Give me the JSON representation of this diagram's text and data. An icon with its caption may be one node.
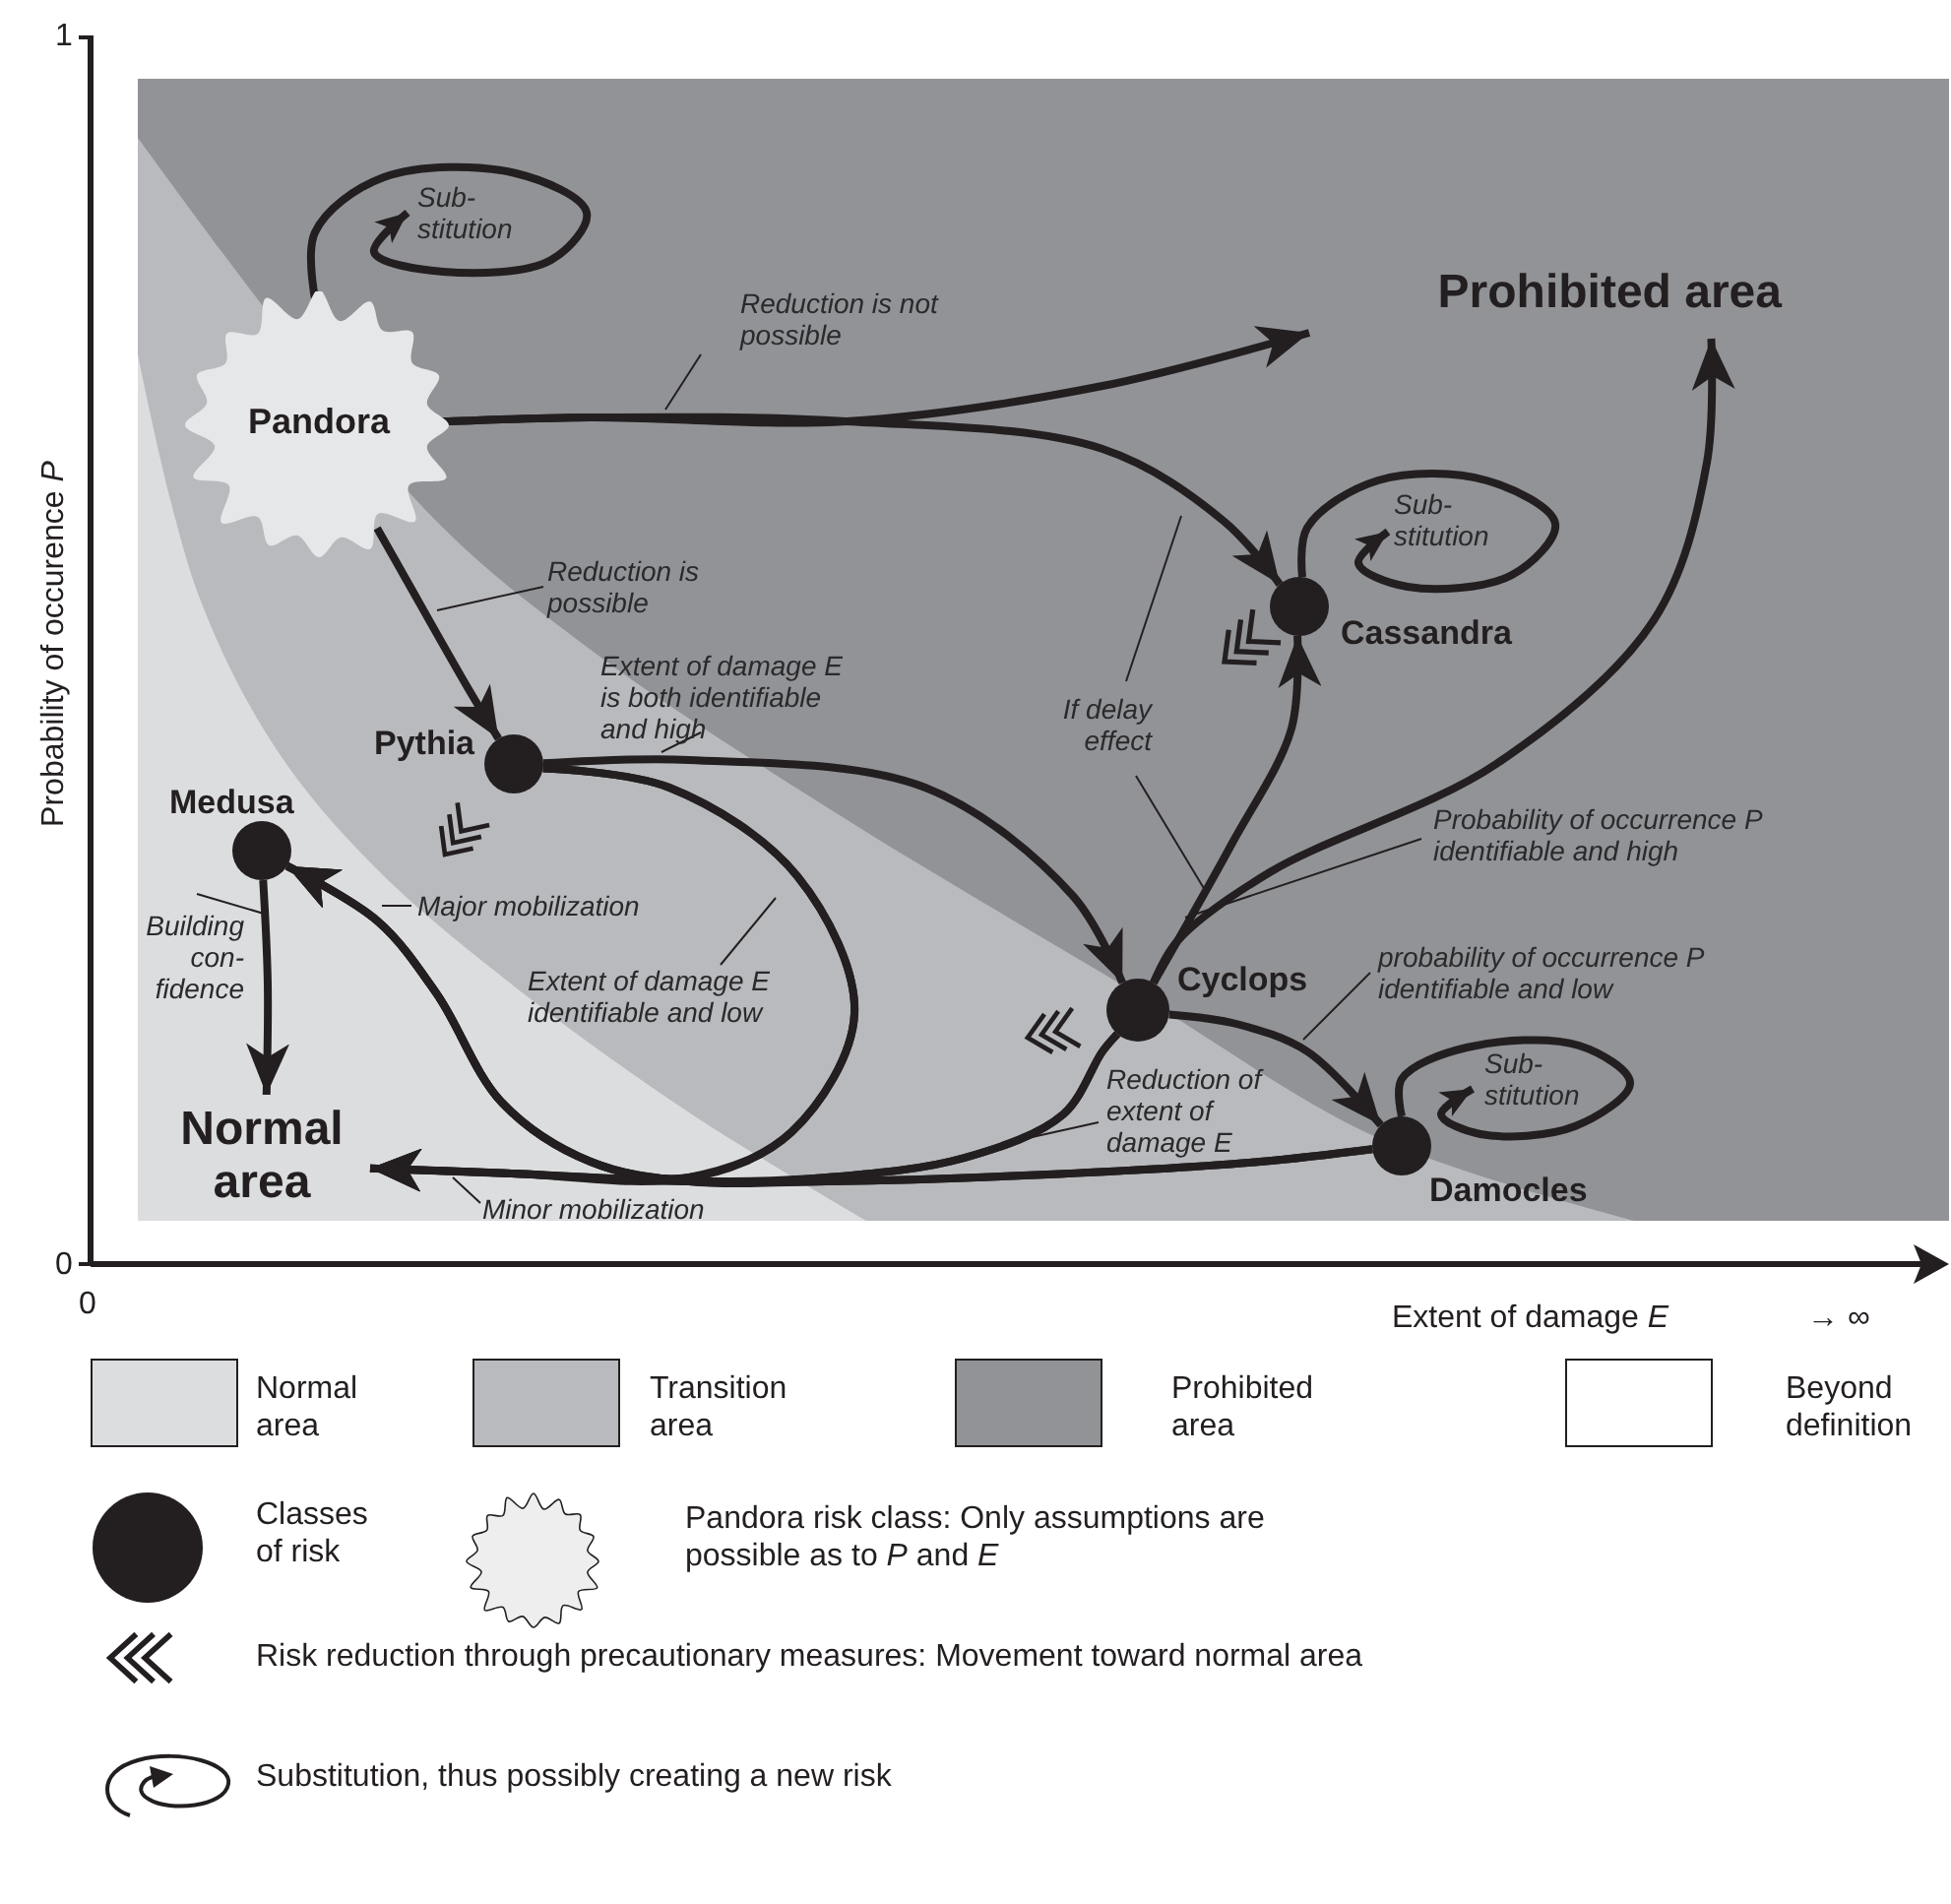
{
  "diagram": {
    "nodes": [
      {
        "text": [
          "Pandora"
        ]
      },
      {
        "text": [],
        "shape": "circle",
        "beside": [
          "Pythia"
        ]
      },
      {
        "text": [],
        "shape": "circle",
        "beside": [
          "Medusa"
        ]
      },
      {
        "text": [],
        "shape": "circle",
        "beside": [
          "Cyclops"
        ]
      },
      {
        "text": [],
        "shape": "circle",
        "beside": [
          "Cassandra"
        ]
      },
      {
        "text": [],
        "shape": "circle",
        "beside": [
          "Damocles"
        ]
      },
      {
        "text": [
          "Prohibited area"
        ]
      },
      {
        "text": [
          "Normal area"
        ]
      }
    ],
    "edges": [
      {
        "from": 0,
        "to": 6,
        "arrow": "to",
        "label": "Reduction is not possible"
      },
      {
        "from": 0,
        "to": 4,
        "arrow": "to"
      },
      {
        "from": 0,
        "to": 1,
        "arrow": "to",
        "label": "Reduction is possible"
      },
      {
        "from": 0,
        "to": null,
        "arrow": "to",
        "label": "Sub- stitution"
      },
      {
        "from": 1,
        "to": 3,
        "arrow": "to",
        "label": "Extent of damage E is both identifiable and high"
      },
      {
        "from": 1,
        "to": 7,
        "arrow": "to",
        "label": "Extent of damage E identifiable and low"
      },
      {
        "from": 1,
        "to": 2,
        "arrow": "to"
      },
      {
        "from": 3,
        "to": 7,
        "arrow": "to",
        "label": "Reduction of extent of damage E"
      },
      {
        "from": 3,
        "to": 2,
        "arrow": "to",
        "label": "Major mobilization"
      },
      {
        "from": 5,
        "to": 7,
        "arrow": "to",
        "label": "Minor mobilization"
      },
      {
        "from": 5,
        "to": 2,
        "arrow": "to"
      },
      {
        "from": 2,
        "to": 7,
        "arrow": "to",
        "label": "Building con- fidence"
      },
      {
        "from": 3,
        "to": 4,
        "arrow": "to",
        "label": "If delay effect"
      },
      {
        "from": 3,
        "to": 6,
        "arrow": "to",
        "label": "Probability of occurrence P identifiable and high"
      },
      {
        "from": 3,
        "to": 5,
        "arrow": "to",
        "label": "probability of occurrence P identifiable and low"
      },
      {
        "from": 4,
        "to": null,
        "arrow": "to",
        "label": "Sub- stitution"
      },
      {
        "from": 5,
        "to": null,
        "arrow": "to",
        "label": "Sub- stitution"
      }
    ],
    "labels": [
      "1",
      "Probability of occurence *P*",
      "0",
      "0",
      "Extent of damage *E*",
      "→ ∞"
    ],
    "legend": [
      {
        "text": "Normal area",
        "color": "#dcdddf"
      },
      {
        "text": "Transition area",
        "color": "#b9babd"
      },
      {
        "text": "Prohibited area",
        "color": "#929397"
      },
      {
        "text": "Beyond definition",
        "color": "#ffffff"
      },
      {
        "text": "Classes of risk"
      },
      {
        "text": "Pandora risk class: Only assumptions are possible as to *P* and *E*"
      },
      {
        "text": "Risk reduction through precautionary measures: Movement toward normal area"
      },
      {
        "text": "Substitution, thus possibly creating a new risk"
      }
    ]
  }
}
